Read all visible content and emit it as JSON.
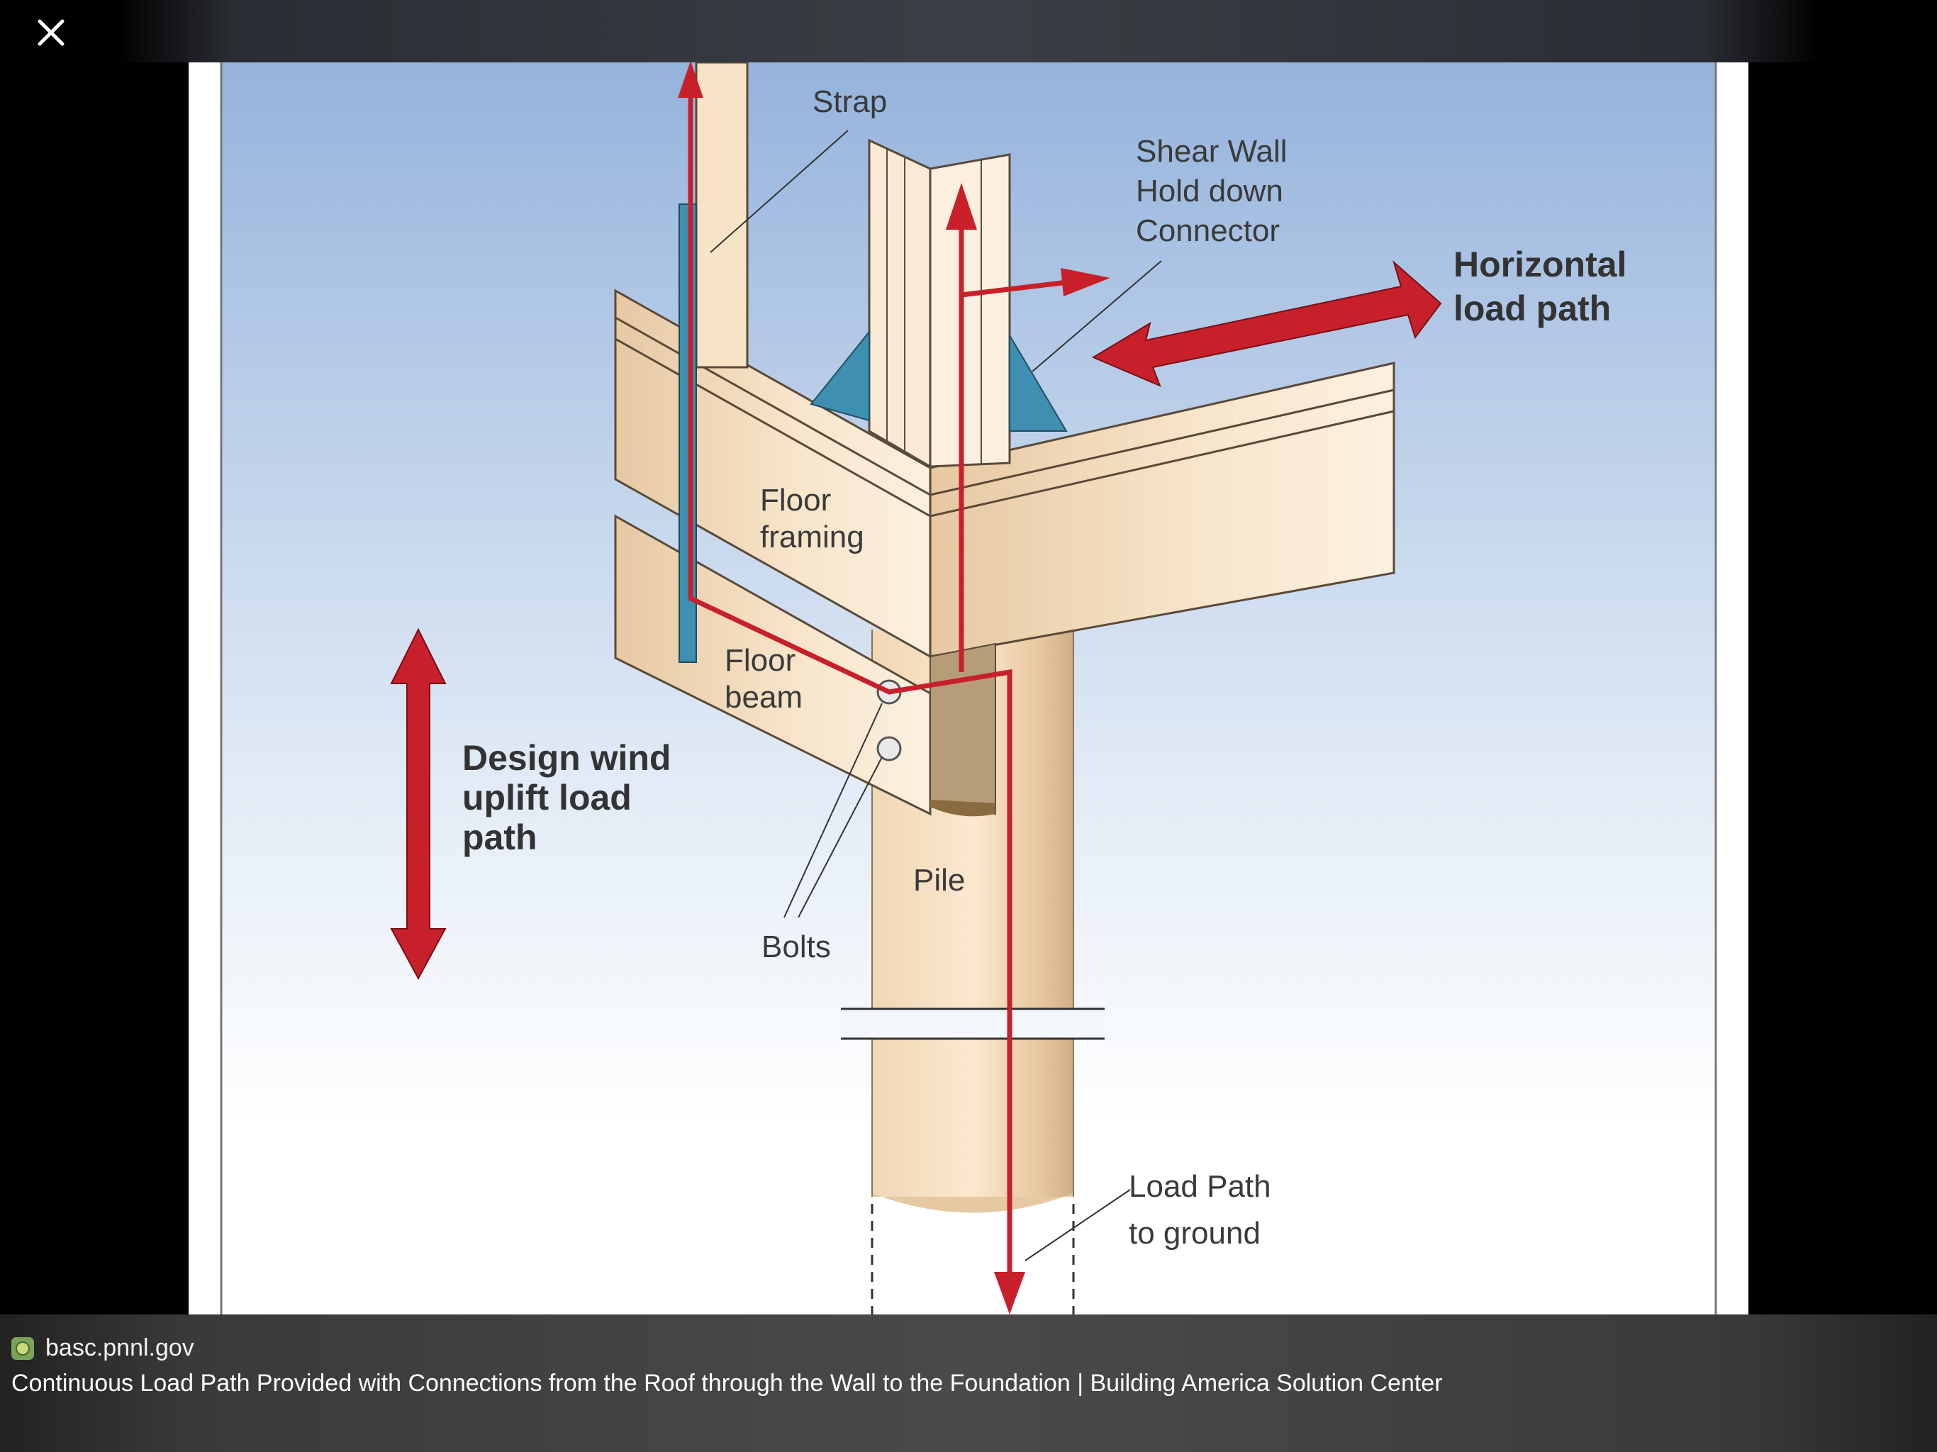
{
  "viewer": {
    "close_icon": "close-icon"
  },
  "diagram": {
    "labels": {
      "strap": "Strap",
      "shear_wall_1": "Shear Wall",
      "shear_wall_2": "Hold down",
      "shear_wall_3": "Connector",
      "horizontal_1": "Horizontal",
      "horizontal_2": "load path",
      "floor_framing_1": "Floor",
      "floor_framing_2": "framing",
      "floor_beam_1": "Floor",
      "floor_beam_2": "beam",
      "design_wind_1": "Design wind",
      "design_wind_2": "uplift load",
      "design_wind_3": "path",
      "pile": "Pile",
      "bolts": "Bolts",
      "load_path_1": "Load Path",
      "load_path_2": "to ground"
    },
    "colors": {
      "arrow_red": "#c8202a",
      "connector_blue": "#3e8fb0",
      "wood": "#f5dfbf",
      "sky_top": "#9ab7de",
      "sky_bottom": "#ffffff"
    }
  },
  "caption": {
    "source": "basc.pnnl.gov",
    "title": "Continuous Load Path Provided with Connections from the Roof through the  Wall to the Foundation | Building America Solution Center"
  }
}
